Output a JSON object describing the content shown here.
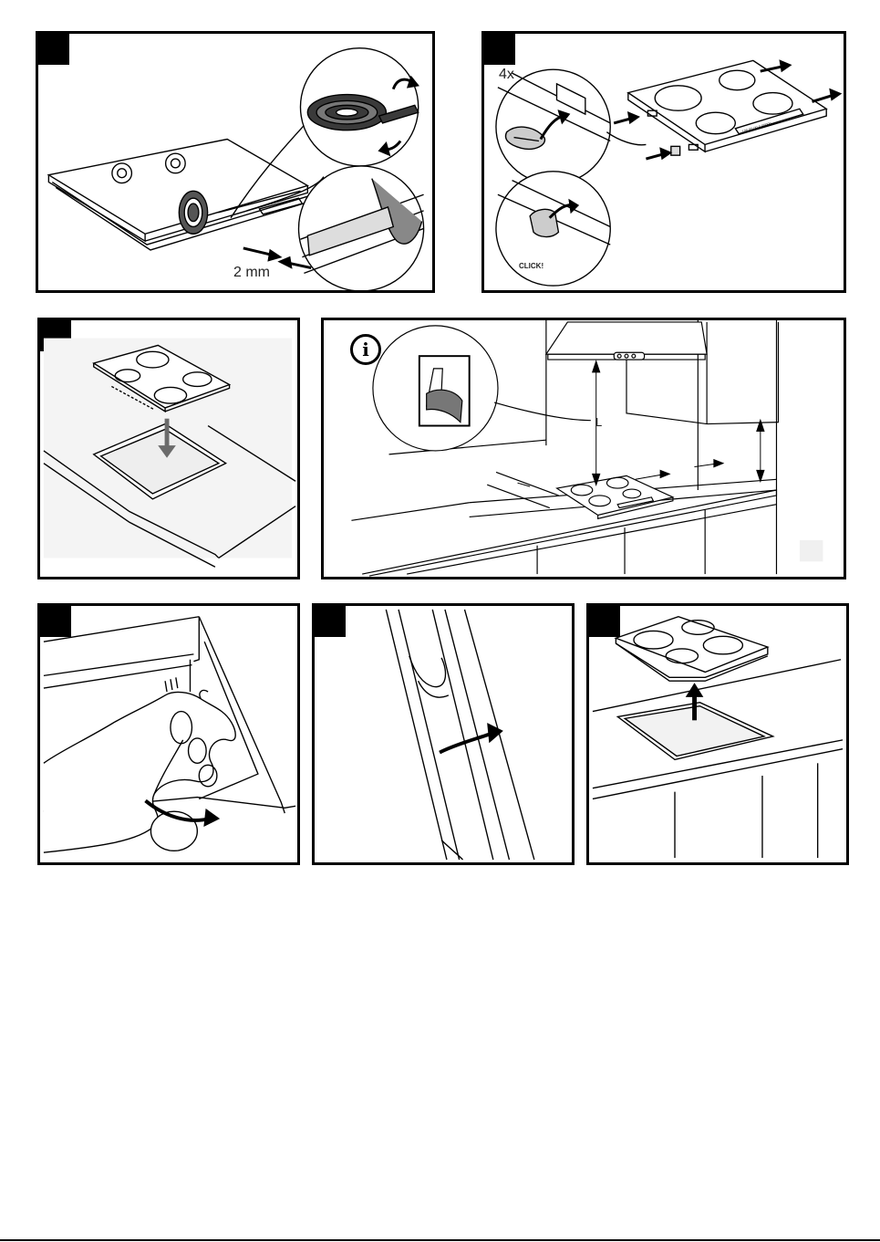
{
  "panels": {
    "p1": {
      "measure_label": "2 mm"
    },
    "p2": {
      "count_label": "4x",
      "click_label": "CLICK!",
      "hob_panel_text": "100 00 00 0 00000"
    },
    "p4": {
      "info_symbol": "i",
      "distance_label": "L"
    }
  },
  "icons": [
    "info-icon",
    "arrow-icon",
    "hand-icon",
    "clip-icon",
    "tape-roll-icon"
  ],
  "colors": {
    "line": "#000000",
    "cutout_gray": "#6b6b6b",
    "tape_dark": "#3a3a3a"
  }
}
